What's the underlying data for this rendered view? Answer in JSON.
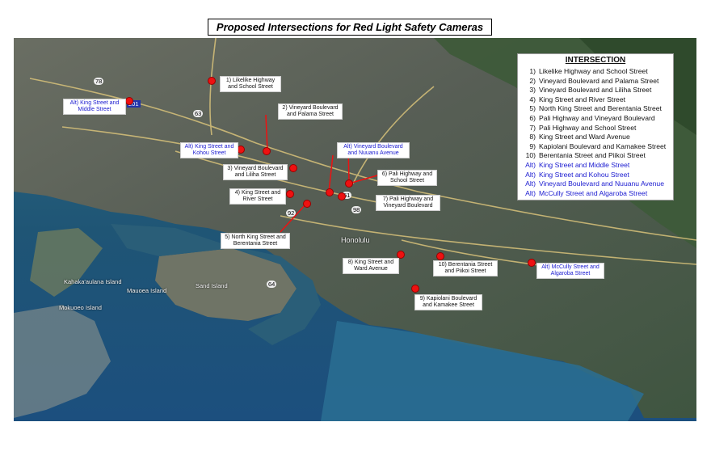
{
  "title": "Proposed Intersections for Red Light Safety Cameras",
  "legend": {
    "heading": "INTERSECTION",
    "items": [
      {
        "num": "1)",
        "text": "Likelike Highway and School Street"
      },
      {
        "num": "2)",
        "text": "Vineyard Boulevard and Palama Street"
      },
      {
        "num": "3)",
        "text": "Vineyard Boulevard and Liliha Street"
      },
      {
        "num": "4)",
        "text": "King Street and River Street"
      },
      {
        "num": "5)",
        "text": "North King Street and Berentania Street"
      },
      {
        "num": "6)",
        "text": "Pali Highway and Vineyard Boulevard"
      },
      {
        "num": "7)",
        "text": "Pali Highway and School Street"
      },
      {
        "num": "8)",
        "text": "King Street and Ward Avenue"
      },
      {
        "num": "9)",
        "text": "Kapiolani Boulevard and Kamakee Street"
      },
      {
        "num": "10)",
        "text": "Berentania Street and Piikoi Street"
      }
    ],
    "alternates": [
      {
        "num": "Alt)",
        "text": "King Street and Middle Street"
      },
      {
        "num": "Alt)",
        "text": "King Street and Kohou Street"
      },
      {
        "num": "Alt)",
        "text": "Vineyard Boulevard and Nuuanu Avenue"
      },
      {
        "num": "Alt)",
        "text": "McCully Street and Algaroba Street"
      }
    ]
  },
  "callouts": {
    "c1": {
      "l1": "1) Likelike Highway",
      "l2": "and School Street"
    },
    "c2": {
      "l1": "2) Vineyard Boulevard",
      "l2": "and Palama Street"
    },
    "c3": {
      "l1": "3) Vineyard Boulevard",
      "l2": "and Liliha Street"
    },
    "c4": {
      "l1": "4) King Street and",
      "l2": "River Street"
    },
    "c5": {
      "l1": "5) North King Street and",
      "l2": "Berentania Street"
    },
    "c6": {
      "l1": "6) Pali Highway and",
      "l2": "School Street"
    },
    "c7": {
      "l1": "7) Pali Highway and",
      "l2": "Vineyard Boulevard"
    },
    "c8": {
      "l1": "8) King Street and",
      "l2": "Ward Avenue"
    },
    "c9": {
      "l1": "9) Kapiolani Boulevard",
      "l2": "and Kamakee Street"
    },
    "c10": {
      "l1": "10) Berentania Street",
      "l2": "and Piikoi Street"
    },
    "a1": {
      "l1": "Alt) King Street and",
      "l2": "Middle Street"
    },
    "a2": {
      "l1": "Alt) King Street and",
      "l2": "Kohou Street"
    },
    "a3": {
      "l1": "Alt) Vineyard Boulevard",
      "l2": "and Nuuanu Avenue"
    },
    "a4": {
      "l1": "Alt) McCully Street and",
      "l2": "Algaroba Street"
    }
  },
  "places": {
    "honolulu": "Honolulu",
    "kahakaaulana": "Kahaka'aulana Island",
    "mauoea": "Mauoea Island",
    "mokuoeo": "Mokuoeo Island",
    "sand_island": "Sand Island"
  },
  "shields": [
    "78",
    "201",
    "63",
    "61",
    "92",
    "98",
    "64"
  ],
  "colors": {
    "pin": "#ee1111",
    "alt_text": "#1a1ad0",
    "ocean": "#1f4f6e",
    "land": "#4b5a46"
  }
}
